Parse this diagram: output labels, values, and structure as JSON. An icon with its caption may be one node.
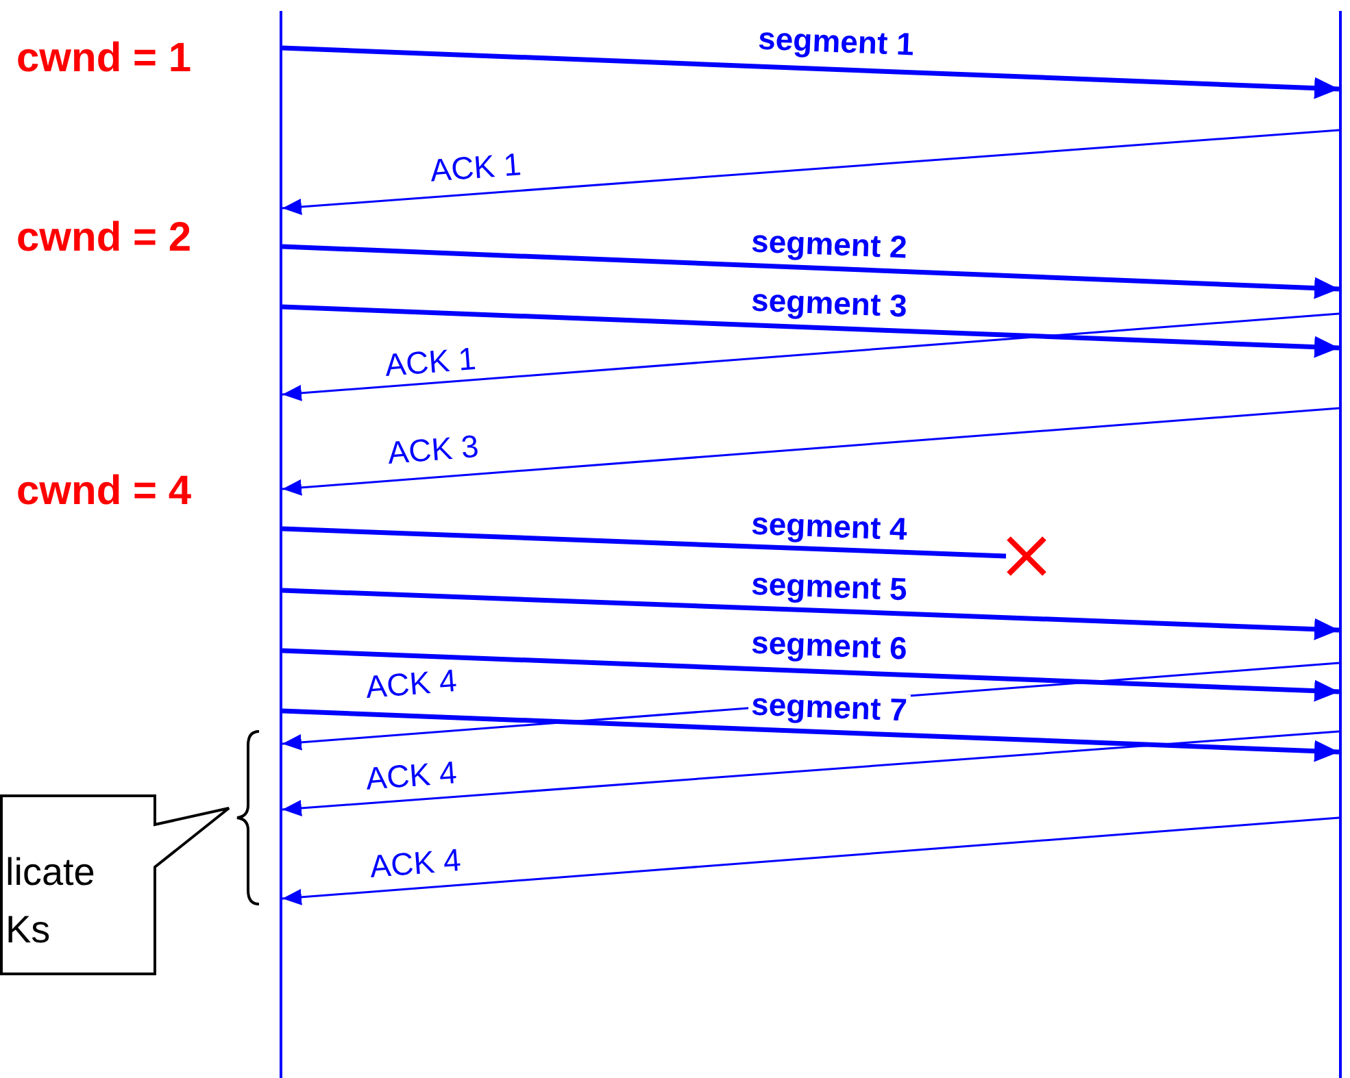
{
  "diagram": {
    "nodes": [
      {
        "text": [],
        "shape": "line"
      },
      {
        "text": [],
        "shape": "line"
      },
      {
        "text": [],
        "shape": "cross"
      },
      {
        "text": [
          "licate Ks"
        ]
      }
    ],
    "edges": [
      {
        "from": 0,
        "to": 1,
        "arrow": "to",
        "label": "segment 1"
      },
      {
        "from": 1,
        "to": 0,
        "arrow": "to",
        "label": "ACK 1"
      },
      {
        "from": 0,
        "to": 1,
        "arrow": "to",
        "label": "segment 2"
      },
      {
        "from": 0,
        "to": 1,
        "arrow": "to",
        "label": "segment 3"
      },
      {
        "from": 1,
        "to": 0,
        "arrow": "to",
        "label": "ACK 1"
      },
      {
        "from": 1,
        "to": 0,
        "arrow": "to",
        "label": "ACK 3"
      },
      {
        "from": 0,
        "to": 2,
        "arrow": "none",
        "label": "segment 4"
      },
      {
        "from": 0,
        "to": 1,
        "arrow": "to",
        "label": "segment 5"
      },
      {
        "from": 0,
        "to": 1,
        "arrow": "to",
        "label": "segment 6"
      },
      {
        "from": 0,
        "to": 1,
        "arrow": "to",
        "label": "segment 7"
      },
      {
        "from": 1,
        "to": 0,
        "arrow": "to",
        "label": "ACK 4"
      },
      {
        "from": 1,
        "to": 0,
        "arrow": "to",
        "label": "ACK 4"
      },
      {
        "from": 1,
        "to": 0,
        "arrow": "to",
        "label": "ACK 4"
      }
    ],
    "labels": [
      "cwnd = 1",
      "cwnd = 2",
      "cwnd = 4"
    ]
  }
}
